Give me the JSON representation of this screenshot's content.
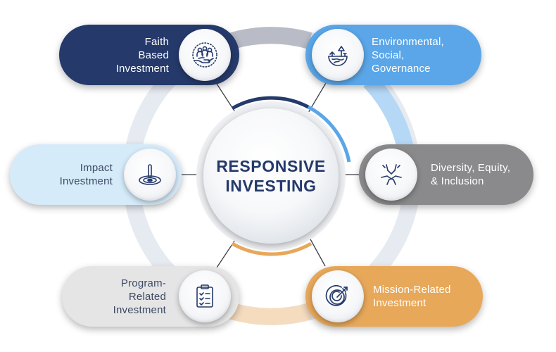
{
  "center": {
    "line1": "RESPONSIVE",
    "line2": "INVESTING"
  },
  "nodes": {
    "faith": {
      "label_lines": [
        "Faith",
        "Based",
        "Investment"
      ],
      "icon": "hand-holding-people-icon",
      "color": "#253a6b",
      "text_color": "#ffffff"
    },
    "esg": {
      "label_lines": [
        "Environmental,",
        "Social,",
        "Governance"
      ],
      "icon": "globe-with-trees-icon",
      "color": "#5aa6e8",
      "text_color": "#ffffff"
    },
    "impact": {
      "label_lines": [
        "Impact",
        "Investment"
      ],
      "icon": "joystick-target-icon",
      "color": "#d6ebfa",
      "text_color": "#3c4a63"
    },
    "dei": {
      "label_lines": [
        "Diversity, Equity,",
        "& Inclusion"
      ],
      "icon": "joined-hands-icon",
      "color": "#8a8a8c",
      "text_color": "#ffffff"
    },
    "program": {
      "label_lines": [
        "Program-",
        "Related",
        "Investment"
      ],
      "icon": "checklist-clipboard-icon",
      "color": "#e5e5e6",
      "text_color": "#3c4a63"
    },
    "mission": {
      "label_lines": [
        "Mission-Related",
        "Investment"
      ],
      "icon": "target-arrow-icon",
      "color": "#e7a85a",
      "text_color": "#ffffff"
    }
  },
  "colors": {
    "navy": "#253a6b",
    "blue": "#5aa6e8",
    "orange": "#e7a85a",
    "ring": "#e6ebf1"
  }
}
